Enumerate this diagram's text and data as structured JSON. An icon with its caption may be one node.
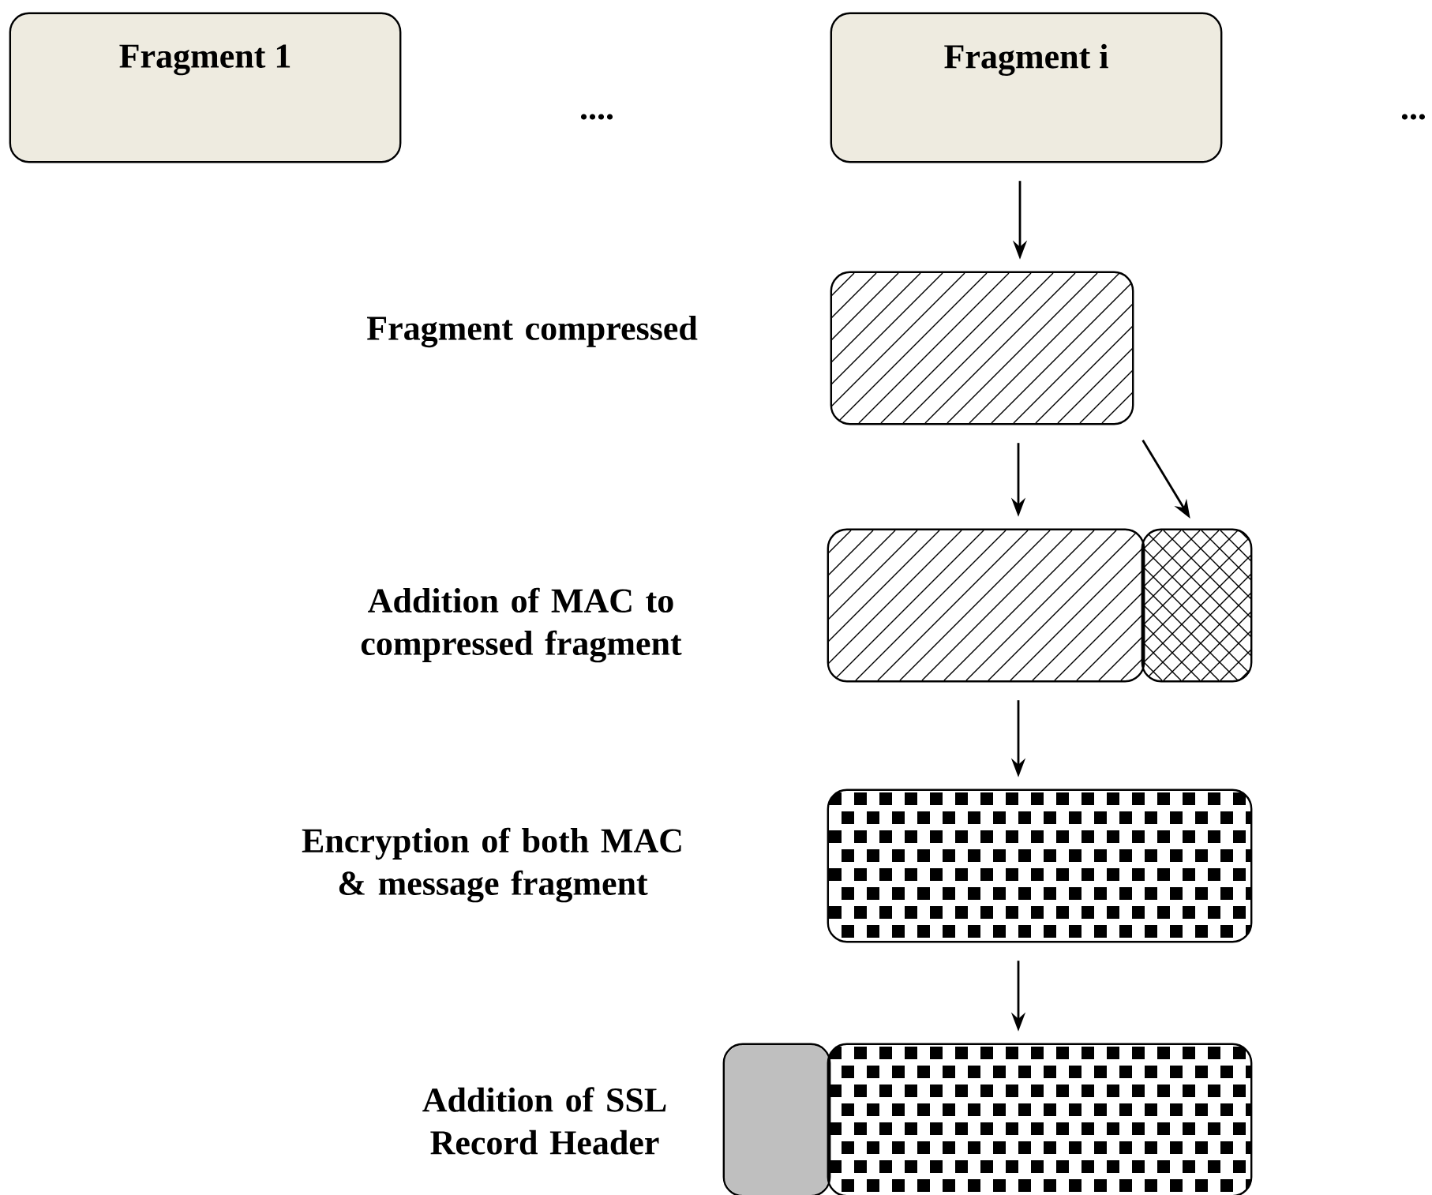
{
  "diagram": {
    "nodes": [
      {
        "text": [
          "Fragment 1"
        ]
      },
      {
        "text": [
          "Fragment i"
        ]
      },
      {
        "text": [],
        "shape": "box"
      },
      {
        "text": [],
        "shape": "box"
      },
      {
        "text": [],
        "shape": "box"
      },
      {
        "text": [],
        "shape": "box"
      },
      {
        "text": [],
        "shape": "box"
      },
      {
        "text": [],
        "shape": "box"
      }
    ],
    "edges": [
      {
        "from": 1,
        "to": 2,
        "arrow": "to"
      },
      {
        "from": 2,
        "to": 3,
        "arrow": "to"
      },
      {
        "from": 2,
        "to": 4,
        "arrow": "to"
      },
      {
        "from": 3,
        "to": 5,
        "arrow": "to"
      },
      {
        "from": 5,
        "to": 7,
        "arrow": "to"
      }
    ],
    "labels": [
      "....",
      "...",
      "Fragment compressed",
      "Addition of MAC to compressed fragment",
      "Encryption of both MAC & message fragment",
      "Addition of SSL Record Header"
    ]
  }
}
